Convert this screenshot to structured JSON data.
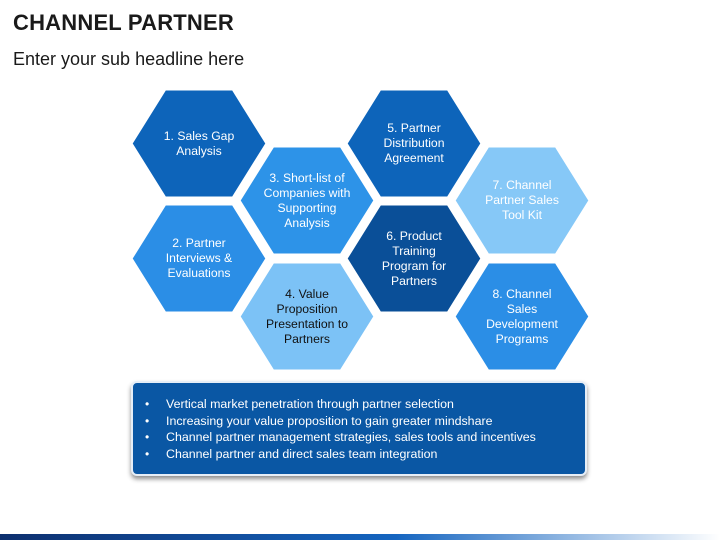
{
  "title": "CHANNEL PARTNER",
  "subtitle": "Enter your sub headline here",
  "colors": {
    "dark_blue": "#0a57a4",
    "medium_blue": "#2a8ee6",
    "light_blue": "#80c4f6",
    "bullet_box": "#0a57a4"
  },
  "hexagons": [
    {
      "id": "sales-gap-analysis",
      "label": "1. Sales Gap\nAnalysis",
      "fill": "#0d64ba",
      "text": "light"
    },
    {
      "id": "partner-interviews",
      "label": "2. Partner\nInterviews &\nEvaluations",
      "fill": "#2b8ee6",
      "text": "light"
    },
    {
      "id": "short-list-companies",
      "label": "3. Short-list of\nCompanies with\nSupporting\nAnalysis",
      "fill": "#2d93e8",
      "text": "light"
    },
    {
      "id": "value-proposition",
      "label": "4. Value\nProposition\nPresentation to\nPartners",
      "fill": "#7cc2f6",
      "text": "dark"
    },
    {
      "id": "partner-distribution",
      "label": "5. Partner\nDistribution\nAgreement",
      "fill": "#0d64ba",
      "text": "light"
    },
    {
      "id": "product-training",
      "label": "6. Product\nTraining\nProgram for\nPartners",
      "fill": "#0a4f98",
      "text": "light"
    },
    {
      "id": "sales-tool-kit",
      "label": "7. Channel\nPartner Sales\nTool Kit",
      "fill": "#86c8f7",
      "text": "light"
    },
    {
      "id": "sales-development",
      "label": "8. Channel Sales\nDevelopment\nPrograms",
      "fill": "#2b8ee6",
      "text": "light"
    }
  ],
  "bullets": [
    "Vertical market penetration through partner selection",
    "Increasing your value proposition to gain greater mindshare",
    "Channel partner management strategies, sales tools and incentives",
    "Channel partner and direct sales team integration"
  ]
}
